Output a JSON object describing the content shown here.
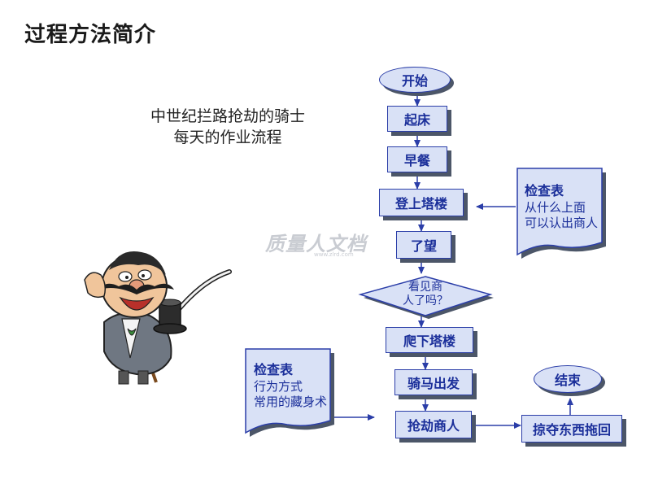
{
  "page": {
    "title": "过程方法简介",
    "subtitle_line1": "中世纪拦路抢劫的骑士",
    "subtitle_line2": "每天的作业流程"
  },
  "flow": {
    "start": "开始",
    "get_up": "起床",
    "breakfast": "早餐",
    "climb_tower": "登上塔楼",
    "watch": "了望",
    "decision_line1": "看见商",
    "decision_line2": "人了吗？",
    "descend_tower": "爬下塔楼",
    "ride_out": "骑马出发",
    "rob_merchant": "抢劫商人",
    "loot_home": "掠夺东西拖回",
    "end": "结束"
  },
  "note_right": {
    "heading": "检查表",
    "line1": "从什么上面",
    "line2": "可以认出商人"
  },
  "note_left": {
    "heading": "检查表",
    "line1": "行为方式",
    "line2": "常用的藏身术"
  },
  "watermark": {
    "brand": "质量人文档",
    "url": "www.zlrd.com"
  },
  "colors": {
    "box_fill": "#d9e1f6",
    "box_border": "#2b3ea8",
    "text": "#1b2f9a",
    "shadow": "#4c5668"
  }
}
